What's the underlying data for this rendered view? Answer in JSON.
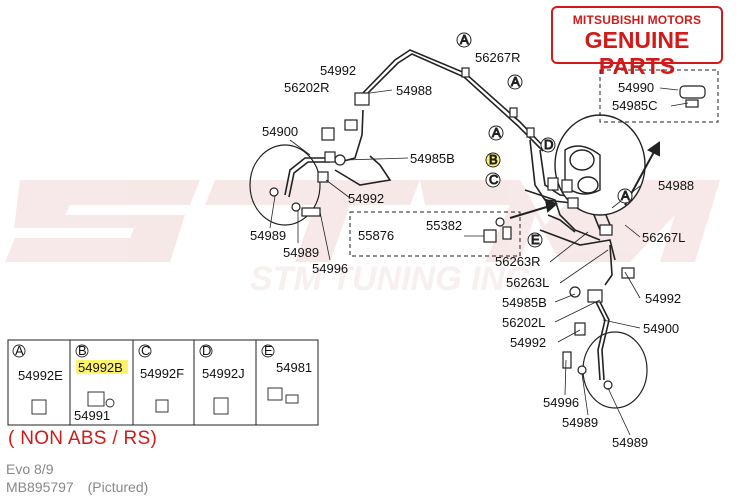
{
  "brand": {
    "line1": "MITSUBISHI MOTORS",
    "line2": "GENUINE PARTS"
  },
  "watermark": "STM TUNING INC.",
  "callouts": [
    "A",
    "B",
    "C",
    "D",
    "E"
  ],
  "labels": {
    "p54992_top": "54992",
    "p54988_top": "54988",
    "p56267R": "56267R",
    "p56202R": "56202R",
    "p54900_left": "54900",
    "p54985B_left": "54985B",
    "p54992_mid": "54992",
    "p54989_left1": "54989",
    "p54989_left2": "54989",
    "p54996_left": "54996",
    "p55876": "55876",
    "p55382": "55382",
    "p56263R": "56263R",
    "p56263L": "56263L",
    "p54988_right": "54988",
    "p56267L": "56267L",
    "p54985B_right": "54985B",
    "p54992_right": "54992",
    "p56202L": "56202L",
    "p54900_right": "54900",
    "p54992_low": "54992",
    "p54996_right": "54996",
    "p54989_right1": "54989",
    "p54989_right2": "54989",
    "p54990": "54990",
    "p54985C": "54985C"
  },
  "legend": {
    "cells": [
      {
        "letter": "A",
        "part": "54992E",
        "extra": ""
      },
      {
        "letter": "B",
        "part": "54992B",
        "extra": "54991"
      },
      {
        "letter": "C",
        "part": "54992F",
        "extra": ""
      },
      {
        "letter": "D",
        "part": "54992J",
        "extra": ""
      },
      {
        "letter": "E",
        "part": "54981",
        "extra": ""
      }
    ]
  },
  "notes": {
    "abs": "( NON ABS / RS)",
    "model": "Evo 8/9",
    "part_number": "MB895797",
    "pictured": "(Pictured)"
  },
  "colors": {
    "brand_red": "#d11a1a",
    "highlight": "#fff36b",
    "line": "#222222",
    "watermark": "#f1d7d7"
  }
}
